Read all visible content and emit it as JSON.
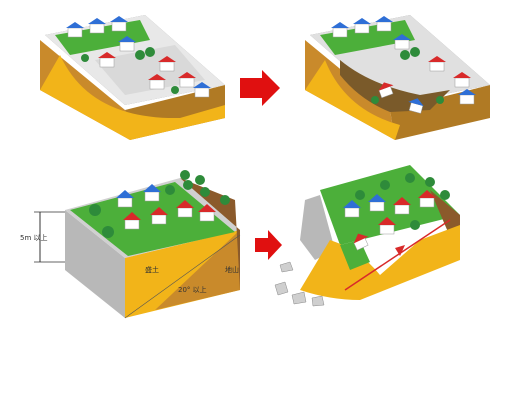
{
  "labels": {
    "height": "5m 以上",
    "fill": "盛土",
    "original_ground": "地山",
    "angle": "20° 以上"
  },
  "colors": {
    "arrow": "#e01010",
    "grass": "#4caf3a",
    "fill_soil": "#f2b419",
    "ground": "#c98a2b",
    "retaining_wall": "#9e9e9e",
    "roof_blue": "#2f6fd6",
    "roof_red": "#d82a2a",
    "tree": "#2e8b3a"
  }
}
